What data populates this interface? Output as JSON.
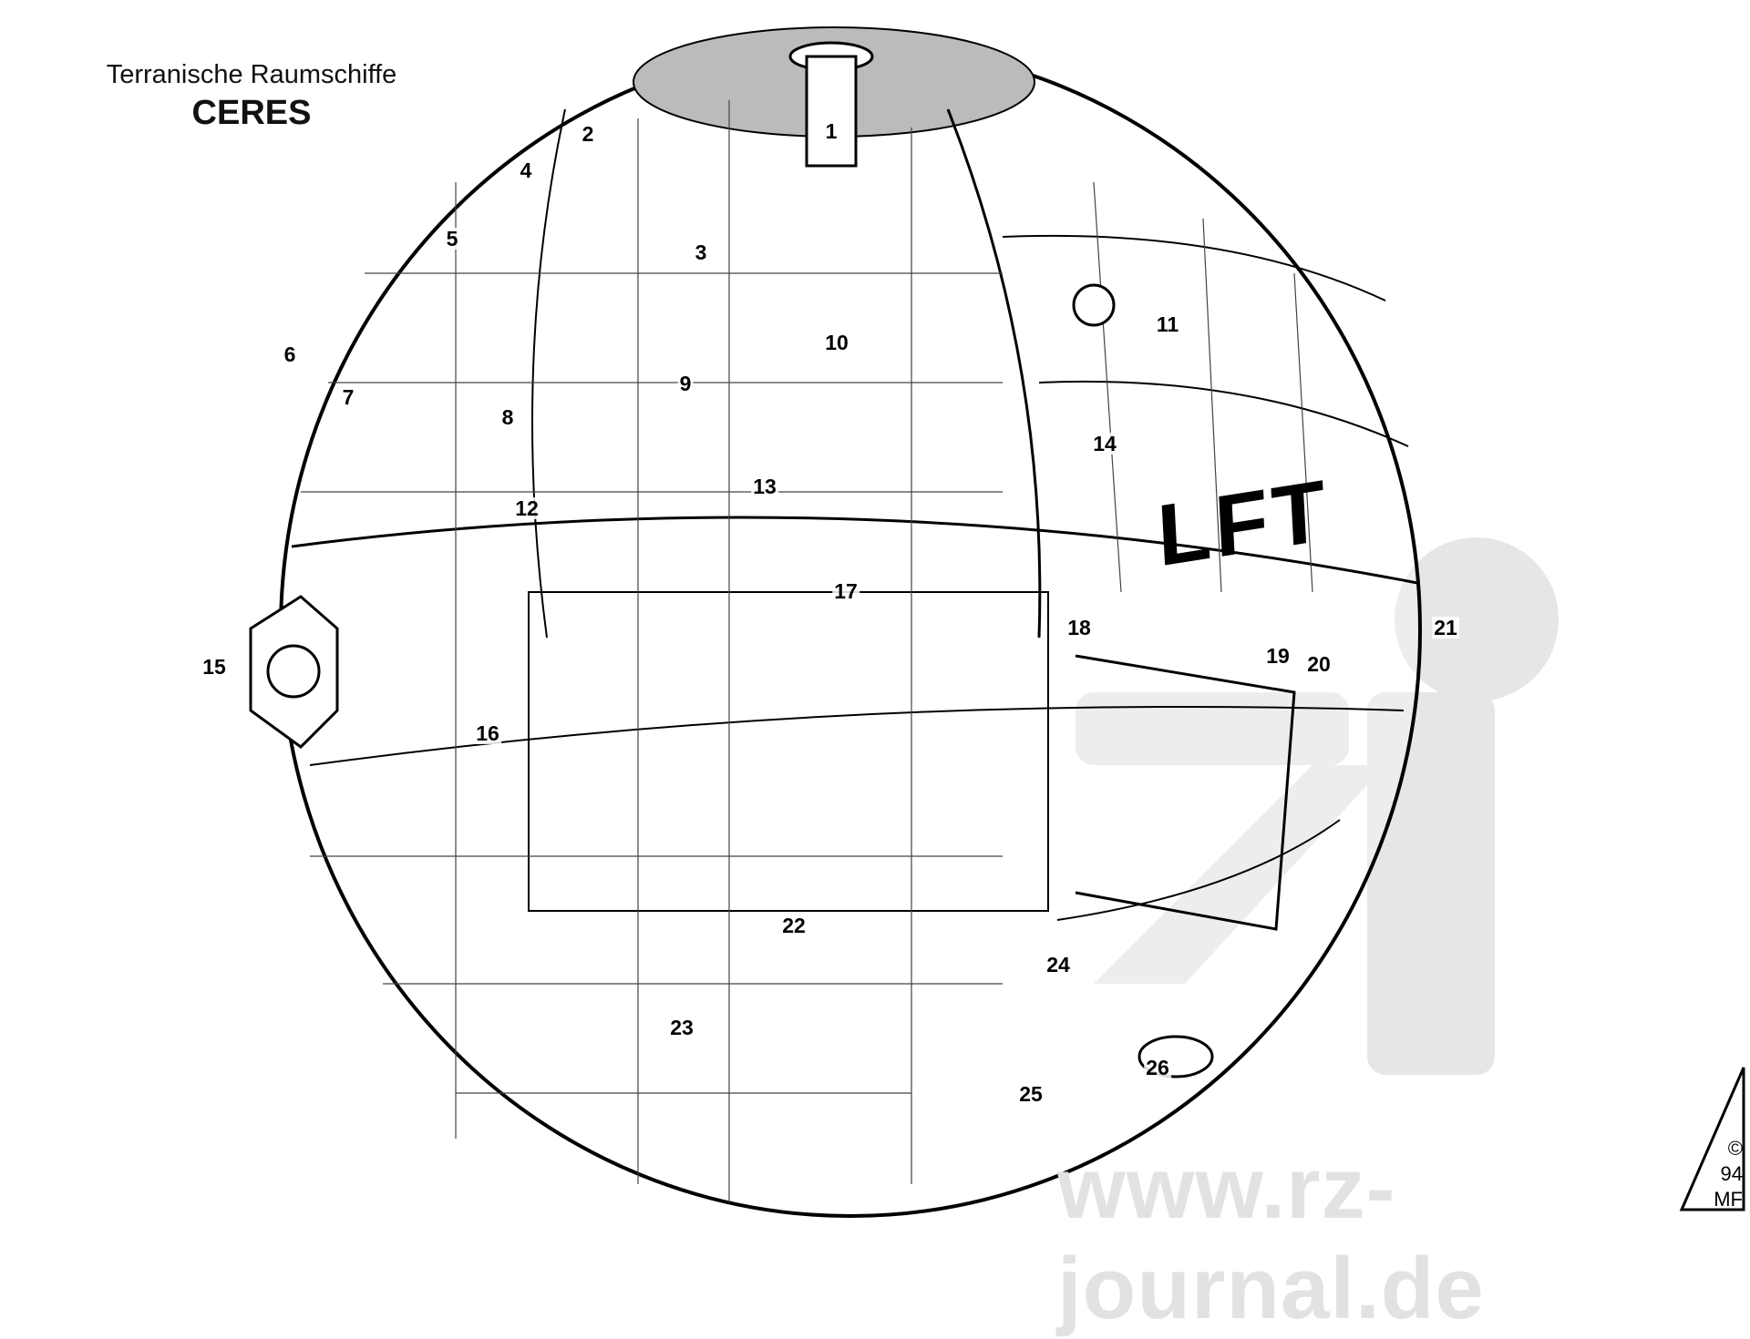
{
  "header": {
    "subtitle": "Terranische Raumschiffe",
    "title": "CERES"
  },
  "hull_marking": "LFT",
  "labels": [
    "1",
    "2",
    "3",
    "4",
    "5",
    "6",
    "7",
    "8",
    "9",
    "10",
    "11",
    "12",
    "13",
    "14",
    "15",
    "16",
    "17",
    "18",
    "19",
    "20",
    "21",
    "22",
    "23",
    "24",
    "25",
    "26"
  ],
  "watermark": "www.rz-journal.de",
  "signature": {
    "copyright": "©",
    "year": "94",
    "initials": "MF"
  }
}
